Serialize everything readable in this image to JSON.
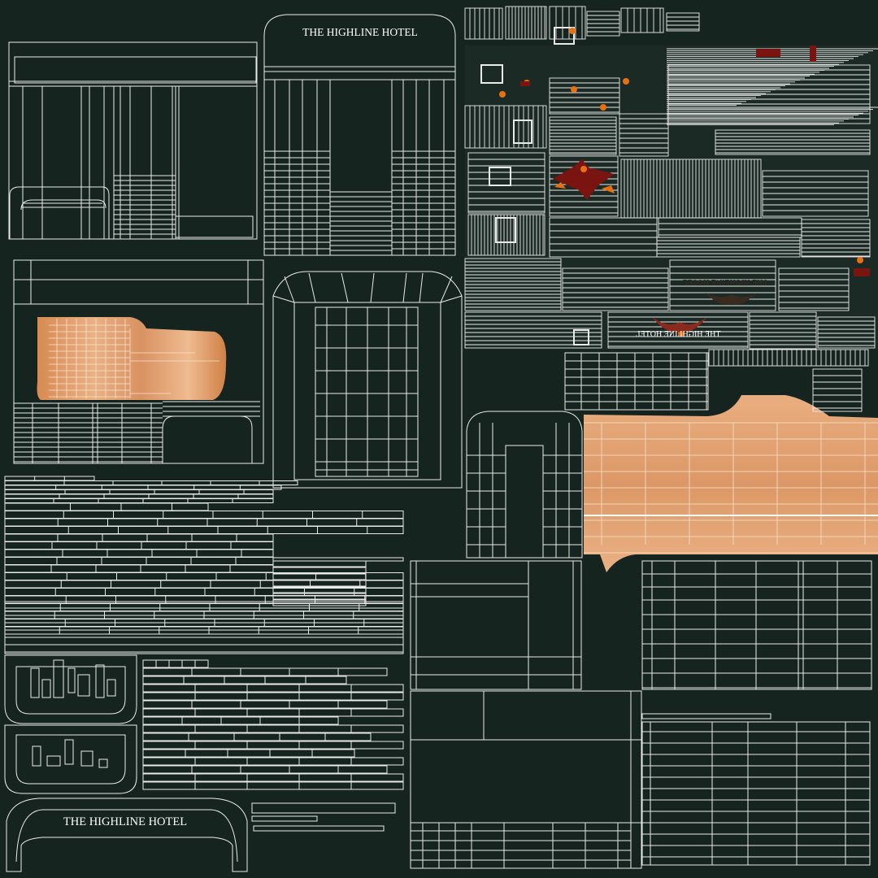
{
  "colors": {
    "background": "#16241f",
    "wire": "#f0f0f0",
    "wood_light": "#eab184",
    "wood_dark": "#cc7c45",
    "accent_red": "#7a1410",
    "accent_orange": "#e8700f"
  },
  "labels": {
    "front_sign": "THE HIGHLINE HOTEL",
    "bottom_sign": "THE HIGHLINE HOTEL",
    "mirrored_sign_a": "THE HIGHLINE HOTEL",
    "mirrored_sign_b": "THE HIGHLINE HOTEL"
  },
  "icons": [
    "wing-logo-icon",
    "bird-emblem-icon"
  ]
}
